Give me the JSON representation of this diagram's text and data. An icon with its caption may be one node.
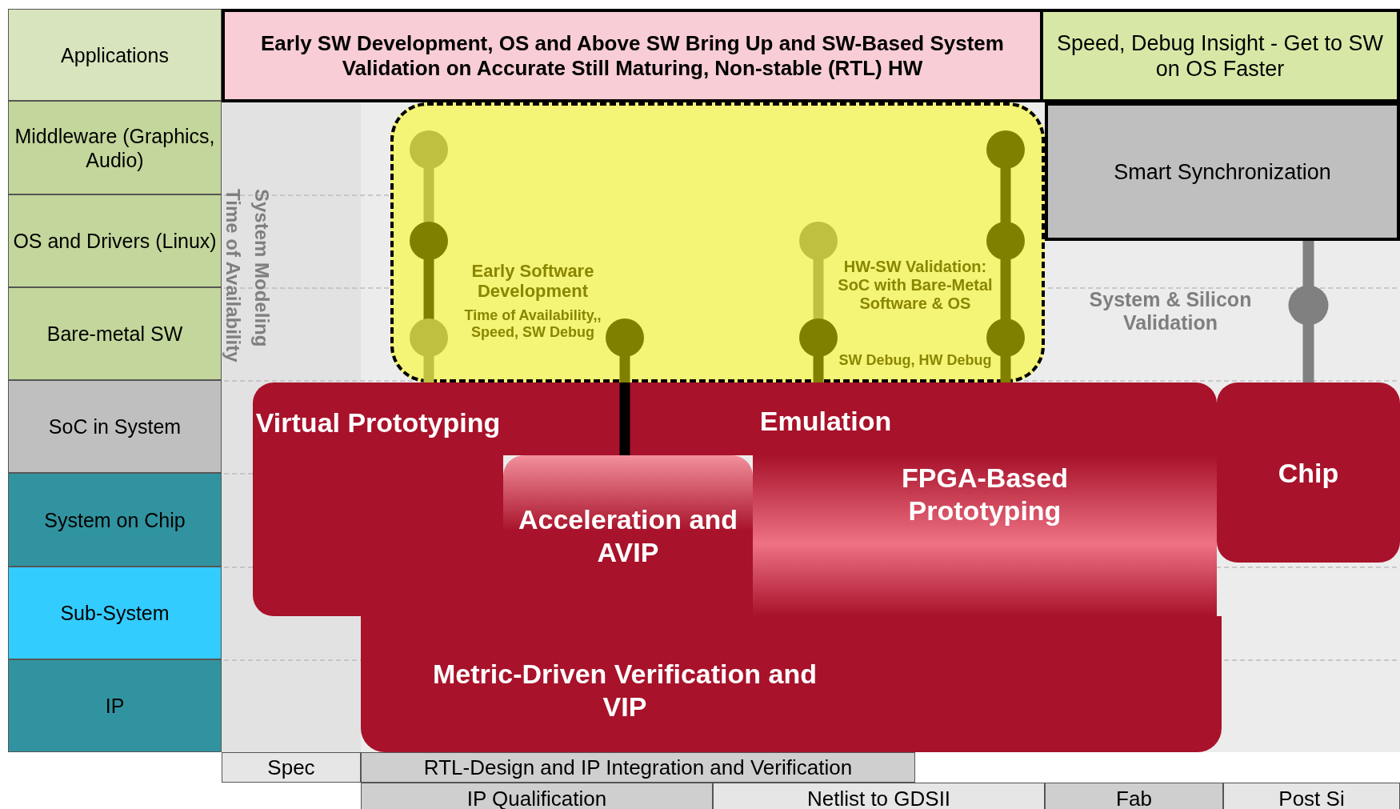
{
  "diagram": {
    "nodes": [
      {
        "text": [
          "Applications"
        ]
      },
      {
        "text": [
          "Middleware (Graphics, Audio)"
        ]
      },
      {
        "text": [
          "OS and Drivers (Linux)"
        ]
      },
      {
        "text": [
          "Bare-metal SW"
        ]
      },
      {
        "text": [
          "SoC in System"
        ]
      },
      {
        "text": [
          "System on Chip"
        ]
      },
      {
        "text": [
          "Sub-System"
        ]
      },
      {
        "text": [
          "IP"
        ]
      },
      {
        "text": [
          "Early SW Development, OS and Above SW Bring Up and SW-Based System Validation on Accurate Still Maturing, Non-stable (RTL) HW"
        ]
      },
      {
        "text": [
          "Speed, Debug Insight - Get to SW on OS Faster"
        ]
      },
      {
        "text": [
          "Smart Synchronization"
        ]
      },
      {
        "text": [],
        "shape": "box"
      },
      {
        "text": [
          "Virtual Prototyping"
        ]
      },
      {
        "text": [
          "Emulation"
        ]
      },
      {
        "text": [
          "Metric-Driven Verification and VIP"
        ]
      },
      {
        "text": [
          "FPGA-Based Prototyping"
        ]
      },
      {
        "text": [
          "Acceleration and AVIP"
        ]
      },
      {
        "text": [
          "Chip"
        ]
      },
      {
        "text": [
          "Spec"
        ]
      },
      {
        "text": [
          "RTL-Design and IP Integration and Verification"
        ]
      },
      {
        "text": [
          "IP Qualification"
        ]
      },
      {
        "text": [
          "Netlist to GDSII"
        ]
      },
      {
        "text": [
          "Fab"
        ]
      },
      {
        "text": [
          "Post Si"
        ]
      }
    ],
    "edges": [
      {
        "from": 10,
        "to": 17,
        "arrow": "none"
      }
    ],
    "labels": [
      "System Modeling",
      "Time of Availability",
      "Early Software Development",
      "Time of Availability,, Speed, SW Debug",
      "HW-SW Validation: SoC with Bare-Metal Software & OS",
      "SW Debug, HW Debug",
      "System & Silicon Validation"
    ]
  }
}
